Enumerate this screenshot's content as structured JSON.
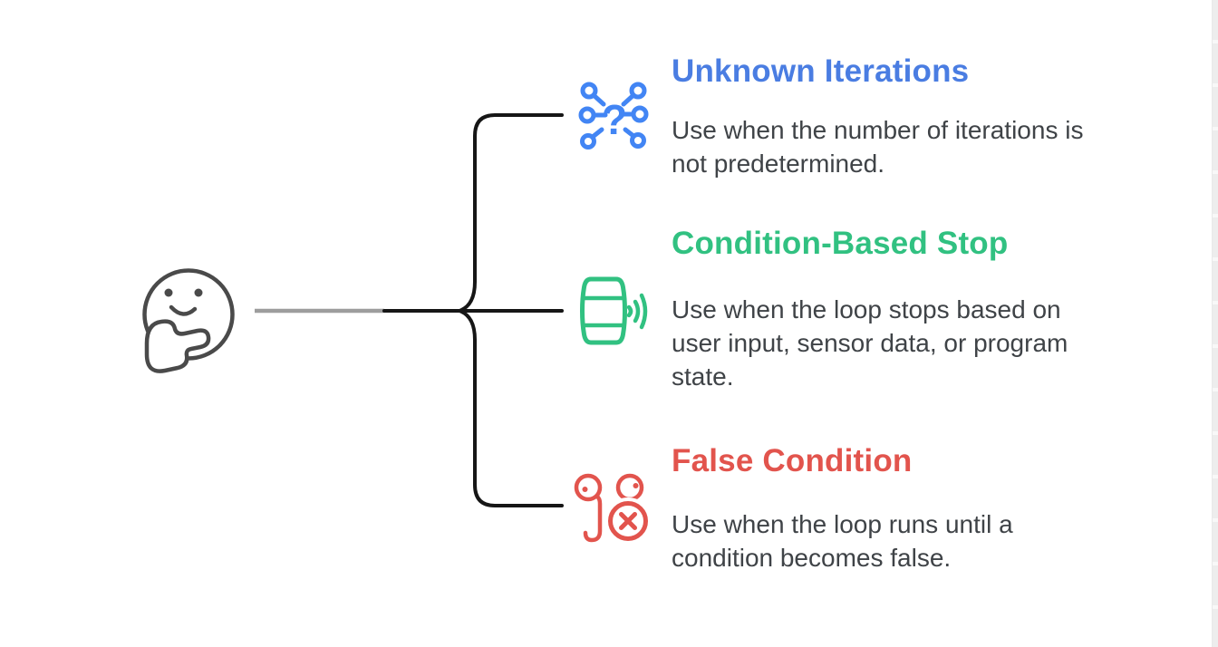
{
  "diagram": {
    "root_node": {
      "icon": "thinking-face-icon",
      "meaning": "thinking face with hand on chin"
    },
    "branches": [
      {
        "title": "Unknown Iterations",
        "description": "Use when the number of iterations is\nnot predetermined.",
        "accent_color": "#4a7de2",
        "icon": "question-network-icon"
      },
      {
        "title": "Condition-Based Stop",
        "description": "Use when the loop stops based on\nuser input, sensor data, or program\nstate.",
        "accent_color": "#31c181",
        "icon": "sensor-signal-icon"
      },
      {
        "title": "False Condition",
        "description": "Use when the loop runs until a\ncondition becomes false.",
        "accent_color": "#e2544d",
        "icon": "earbuds-cancel-icon"
      }
    ],
    "icon_glyphs": {
      "question_mark": "?"
    },
    "colors": {
      "connector_black": "#161616",
      "connector_gray": "#9d9d9d",
      "face_stroke": "#4a4a4a",
      "body_text": "#3f4347",
      "blue": "#4a7de2",
      "blue_icon": "#4285f4",
      "green": "#31c181",
      "red": "#e2544d",
      "panel_edge": "#ededed"
    }
  }
}
